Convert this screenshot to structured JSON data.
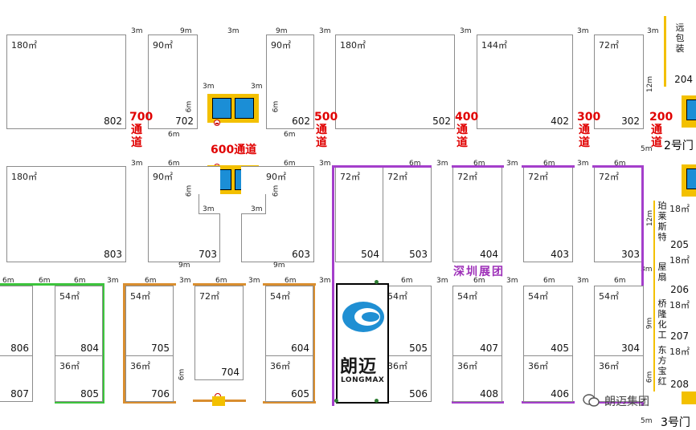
{
  "booths": {
    "b802": {
      "area": "180㎡",
      "num": "802"
    },
    "b702": {
      "area": "90㎡",
      "num": "702"
    },
    "b602": {
      "area": "90㎡",
      "num": "602"
    },
    "b502": {
      "area": "180㎡",
      "num": "502"
    },
    "b402": {
      "area": "144㎡",
      "num": "402"
    },
    "b302": {
      "area": "72㎡",
      "num": "302"
    },
    "b204": {
      "num": "204",
      "name": "远包装"
    },
    "b803": {
      "area": "180㎡",
      "num": "803"
    },
    "b703": {
      "area": "90㎡",
      "num": "703"
    },
    "b603": {
      "area": "90㎡",
      "num": "603"
    },
    "b504": {
      "area": "72㎡",
      "num": "504"
    },
    "b503": {
      "area": "72㎡",
      "num": "503"
    },
    "b404": {
      "area": "72㎡",
      "num": "404"
    },
    "b403": {
      "area": "72㎡",
      "num": "403"
    },
    "b303": {
      "area": "72㎡",
      "num": "303"
    },
    "b205": {
      "area": "18㎡",
      "num": "205",
      "name": "珀莱斯特"
    },
    "b206": {
      "area": "18㎡",
      "num": "206",
      "name": "屋扇"
    },
    "b207": {
      "area": "18㎡",
      "num": "207",
      "name": "桥隆化工"
    },
    "b208": {
      "area": "18㎡",
      "num": "208",
      "name": "东方宝红"
    },
    "b806": {
      "num": "806"
    },
    "b807": {
      "num": "807"
    },
    "b804": {
      "area": "54㎡",
      "num": "804"
    },
    "b805": {
      "area": "36㎡",
      "num": "805"
    },
    "b705": {
      "area": "54㎡",
      "num": "705"
    },
    "b706": {
      "area": "36㎡",
      "num": "706"
    },
    "b704": {
      "area": "72㎡",
      "num": "704"
    },
    "b604": {
      "area": "54㎡",
      "num": "604"
    },
    "b605": {
      "area": "36㎡",
      "num": "605"
    },
    "b505": {
      "area": "54㎡",
      "num": "505"
    },
    "b506": {
      "area": "36㎡",
      "num": "506"
    },
    "b407": {
      "area": "54㎡",
      "num": "407"
    },
    "b408": {
      "area": "36㎡",
      "num": "408"
    },
    "b405": {
      "area": "54㎡",
      "num": "405"
    },
    "b406": {
      "area": "36㎡",
      "num": "406"
    },
    "b304": {
      "area": "54㎡",
      "num": "304"
    },
    "b304s": {
      "area": "36㎡"
    }
  },
  "aisles": {
    "a700": "700\n通\n道",
    "a500": "500\n通\n道",
    "a400": "400\n通\n道",
    "a300": "300\n通\n道",
    "a200": "200\n通\n道",
    "a600": "600通道"
  },
  "dims": {
    "d3m": "3m",
    "d6m": "6m",
    "d9m": "9m",
    "d12m": "12m",
    "d5m": "5m"
  },
  "region_label": "深圳展团",
  "gates": {
    "gate2": "2号门",
    "gate3": "3号门"
  },
  "logo": {
    "brand_cn": "朗迈",
    "brand_en": "LONGMAX"
  },
  "watermark": "朗迈集团",
  "colors": {
    "aisle_red": "#e00000",
    "shenzhen_purple": "#a43fcb",
    "green_zone": "#3cc43c",
    "orange_zone": "#d98e2f",
    "stand_yellow": "#f3c000",
    "stand_blue": "#1b8ed6"
  }
}
